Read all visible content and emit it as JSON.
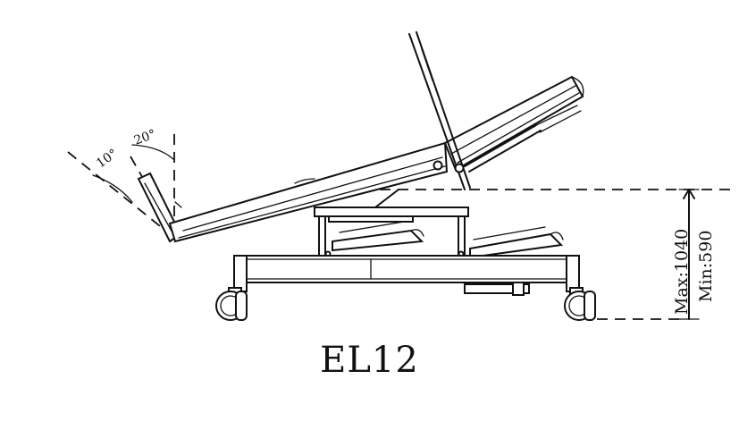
{
  "diagram": {
    "model": "EL12",
    "angle_labels": [
      "10°",
      "20°"
    ],
    "height_labels": [
      "Max:1040",
      "Min:590"
    ]
  }
}
